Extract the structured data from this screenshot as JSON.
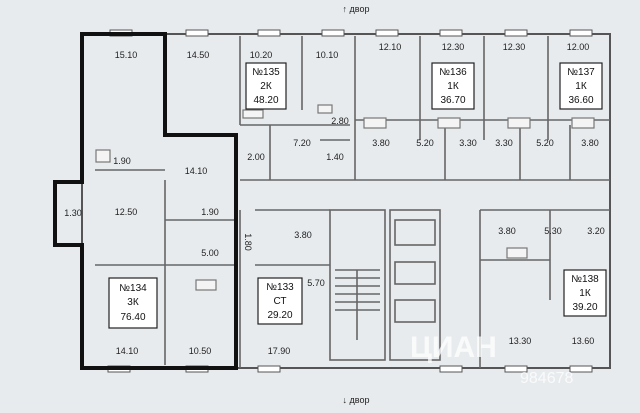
{
  "entrances": {
    "top": "↑ двор",
    "bottom": "↓ двор"
  },
  "apartments": [
    {
      "id": "apt-134",
      "number": "№134",
      "type": "3К",
      "area": "76.40"
    },
    {
      "id": "apt-135",
      "number": "№135",
      "type": "2К",
      "area": "48.20"
    },
    {
      "id": "apt-133",
      "number": "№133",
      "type": "СТ",
      "area": "29.20"
    },
    {
      "id": "apt-136",
      "number": "№136",
      "type": "1К",
      "area": "36.70"
    },
    {
      "id": "apt-137",
      "number": "№137",
      "type": "1К",
      "area": "36.60"
    },
    {
      "id": "apt-138",
      "number": "№138",
      "type": "1К",
      "area": "39.20"
    }
  ],
  "room_areas": {
    "r1": "15.10",
    "r2": "14.50",
    "r3": "10.20",
    "r4": "10.10",
    "r5": "12.10",
    "r6": "12.30",
    "r7": "12.30",
    "r8": "12.00",
    "r9": "2.80",
    "r10": "7.20",
    "r11": "1.40",
    "r12": "2.00",
    "r13": "3.80",
    "r14": "5.20",
    "r15": "3.30",
    "r16": "3.30",
    "r17": "5.20",
    "r18": "3.80",
    "r19": "1.90",
    "r20": "14.10",
    "r21": "1.30",
    "r22": "12.50",
    "r23": "1.90",
    "r24": "1.80",
    "r25": "5.00",
    "r26": "3.80",
    "r27": "5.70",
    "r28": "3.80",
    "r29": "5.30",
    "r30": "3.20",
    "r31": "14.10",
    "r32": "10.50",
    "r33": "17.90",
    "r34": "13.30",
    "r35": "13.60"
  },
  "watermark": "ЦИАН",
  "watermark_phone": "984678"
}
